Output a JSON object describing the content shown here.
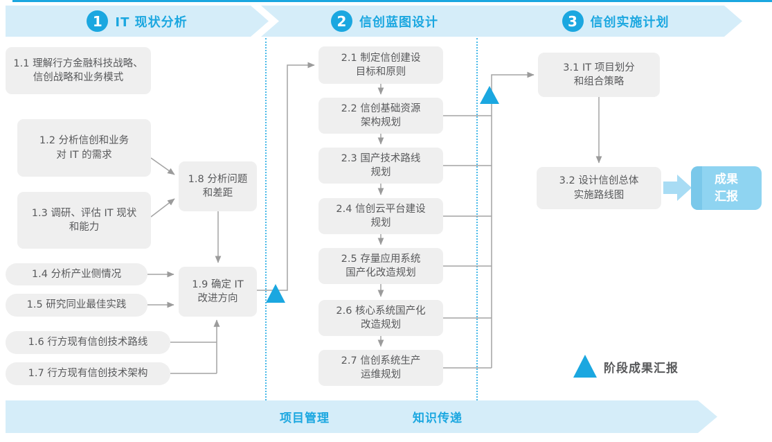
{
  "colors": {
    "accent": "#1BA7E0",
    "banner_fill": "#D5EDF9",
    "box_fill": "#EFEFEF",
    "box_text": "#58595B",
    "connector": "#A3A3A3",
    "report_fill": "#8FD4F1",
    "fat_arrow_fill": "#A8DCF4"
  },
  "phases": [
    {
      "number": "1",
      "title": "IT 现状分析"
    },
    {
      "number": "2",
      "title": "信创蓝图设计"
    },
    {
      "number": "3",
      "title": "信创实施计划"
    }
  ],
  "nodes": [
    {
      "id": "1.1",
      "text": "1.1 理解行方金融科技战略、\n信创战略和业务模式"
    },
    {
      "id": "1.2",
      "text": "1.2 分析信创和业务\n对 IT 的需求"
    },
    {
      "id": "1.3",
      "text": "1.3 调研、评估 IT 现状\n和能力"
    },
    {
      "id": "1.4",
      "text": "1.4 分析产业侧情况"
    },
    {
      "id": "1.5",
      "text": "1.5 研究同业最佳实践"
    },
    {
      "id": "1.6",
      "text": "1.6 行方现有信创技术路线"
    },
    {
      "id": "1.7",
      "text": "1.7 行方现有信创技术架构"
    },
    {
      "id": "1.8",
      "text": "1.8 分析问题\n和差距"
    },
    {
      "id": "1.9",
      "text": "1.9 确定 IT\n改进方向"
    },
    {
      "id": "2.1",
      "text": "2.1 制定信创建设\n目标和原则"
    },
    {
      "id": "2.2",
      "text": "2.2 信创基础资源\n架构规划"
    },
    {
      "id": "2.3",
      "text": "2.3 国产技术路线\n规划"
    },
    {
      "id": "2.4",
      "text": "2.4 信创云平台建设\n规划"
    },
    {
      "id": "2.5",
      "text": "2.5 存量应用系统\n国产化改造规划"
    },
    {
      "id": "2.6",
      "text": "2.6 核心系统国产化\n改造规划"
    },
    {
      "id": "2.7",
      "text": "2.7 信创系统生产\n运维规划"
    },
    {
      "id": "3.1",
      "text": "3.1 IT 项目划分\n和组合策略"
    },
    {
      "id": "3.2",
      "text": "3.2 设计信创总体\n实施路线图"
    }
  ],
  "report_box": {
    "text": "成果\n汇报"
  },
  "bottom_banner": {
    "items": [
      "项目管理",
      "知识传递"
    ]
  },
  "legend": {
    "label": "阶段成果汇报"
  }
}
